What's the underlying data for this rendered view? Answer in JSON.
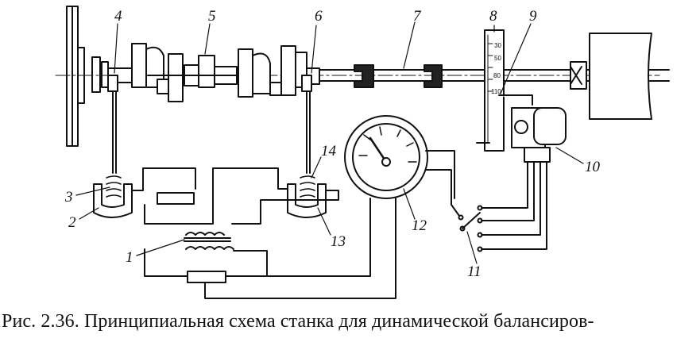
{
  "labels": {
    "n1": "1",
    "n2": "2",
    "n3": "3",
    "n4": "4",
    "n5": "5",
    "n6": "6",
    "n7": "7",
    "n8": "8",
    "n9": "9",
    "n10": "10",
    "n11": "11",
    "n12": "12",
    "n13": "13",
    "n14": "14"
  },
  "scale": {
    "s30": "30",
    "s50": "50",
    "s80": "80",
    "s110": "110"
  },
  "caption": "Рис. 2.36. Принципиальная схема станка для динамической балансиров-"
}
